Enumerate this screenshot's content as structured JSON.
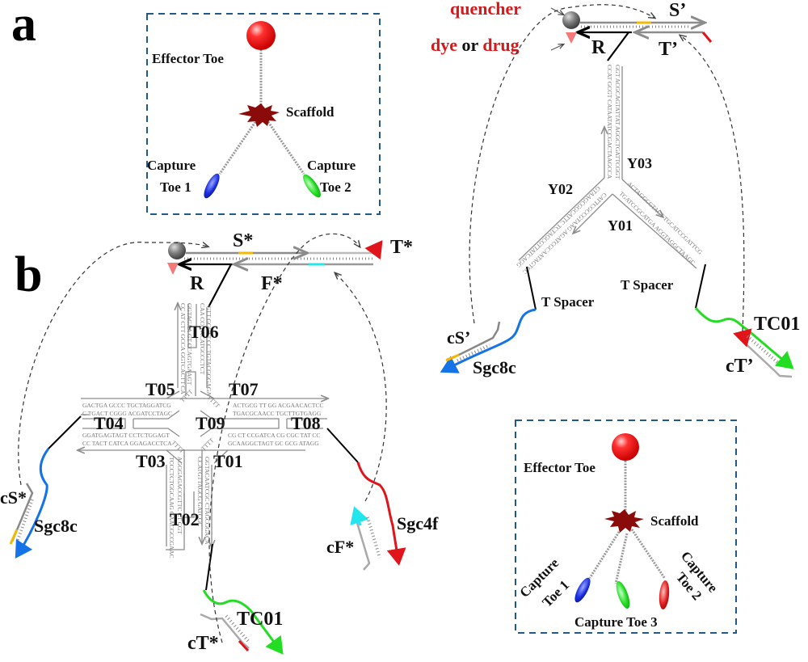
{
  "panels": {
    "a": "a",
    "b": "b"
  },
  "legend_top": {
    "effector": "Effector Toe",
    "scaffold": "Scaffold",
    "capture1_l1": "Capture",
    "capture1_l2": "Toe 1",
    "capture2_l1": "Capture",
    "capture2_l2": "Toe 2",
    "colors": {
      "effector": "#ff2020",
      "scaffold": "#8b0a0a",
      "capture1": "#1a2ee0",
      "capture2": "#22dd22",
      "border": "#1f5a8a"
    }
  },
  "legend_bottom": {
    "effector": "Effector Toe",
    "scaffold": "Scaffold",
    "capture1_l1": "Capture",
    "capture1_l2": "Toe 1",
    "capture2_l1": "Capture",
    "capture2_l2": "Toe 2",
    "capture3": "Capture Toe 3",
    "colors": {
      "capture3": "#22dd22",
      "capture2": "#e02020"
    }
  },
  "y_structure": {
    "quencher": "quencher",
    "dye": "dye",
    "or": "or",
    "drug": "drug",
    "S_prime": "S’",
    "T_prime": "T’",
    "R": "R",
    "Y01": "Y01",
    "Y02": "Y02",
    "Y03": "Y03",
    "spacer_left": "T Spacer",
    "spacer_right": "T Spacer",
    "cS_prime": "cS’",
    "sgc8c": "Sgc8c",
    "TC01": "TC01",
    "cT_prime": "cT’",
    "seq_y03_a": "GGT ACGCAGTATTAT AGGCTGATTCGGT",
    "seq_y03_b": "CCAT GCGT CATAATATCCGACTAAGCCA",
    "seq_y02_a": "GTAAGCGGCATTC TCTAGCGTTATCAGG",
    "seq_y02_b": "CATTCGCCGTAAG AGATCGCAATAGTCC",
    "seq_y01_a": "ACTAGGCGTACT TGCATCCGATTCG",
    "seq_y01_b": "TGATCCGCATGA ACGTAGGCTAAGC"
  },
  "x_structure": {
    "S_star": "S*",
    "T_star": "T*",
    "F_star": "F*",
    "R": "R",
    "T01": "T01",
    "T02": "T02",
    "T03": "T03",
    "T04": "T04",
    "T05": "T05",
    "T06": "T06",
    "T07": "T07",
    "T08": "T08",
    "T09": "T09",
    "cS_star": "cS*",
    "sgc8c": "Sgc8c",
    "cF_star": "cF*",
    "sgc4f": "Sgc4f",
    "TC01": "TC01",
    "cT_star": "cT*",
    "seq": {
      "t05_top": "GACTGA GCCC   TGCTAGGATCG",
      "t04_top": "C TGACT CGGG   ACGATCCTAGC",
      "t04_bot": "GGATGAGTAGT   CCTCTGGAGT",
      "t03_bot": "CC TACT CATCA   GGAGACCTCA",
      "t07_top": "ACTGCG TT GG   ACGAACACTCC",
      "t08_top": "TGACGCAACC   TGCTTGTGAGG",
      "t08_bot": "CG CT CCGATCA   CG CGC TAT CC",
      "t01_bot": "GCAAGGCTAGT   GC GCG ATAGG",
      "t06_l1": "CC AT CTT GCCA  GGTCACTT CA",
      "t06_l2": "GGTAGAA  GT  CCAGTGAAGT",
      "t06_r1": "CAA CCG  ACATGCCCTCT",
      "t06_r2": "GTT GGCTT CC TGTACGGGAGA",
      "t02_l1": "TCCCTCTGGCAAG  GAACGCCGAAC",
      "t02_l2": "AGGGAGACCGTTC  CT CGT",
      "t02_r1": "CCATGTTAGCG  GATCGC",
      "t02_r2": "GGTACAATCGC  CTAGCGGACA",
      "tttt": "TTTT"
    }
  },
  "colors": {
    "strand_gray": "#8c8c8c",
    "orange": "#f5b800",
    "cyan": "#22e5ee",
    "blue": "#1473e6",
    "green": "#22dd22",
    "red": "#e0141a",
    "dye": "#f47a7a",
    "label_red": "#d7191c"
  }
}
